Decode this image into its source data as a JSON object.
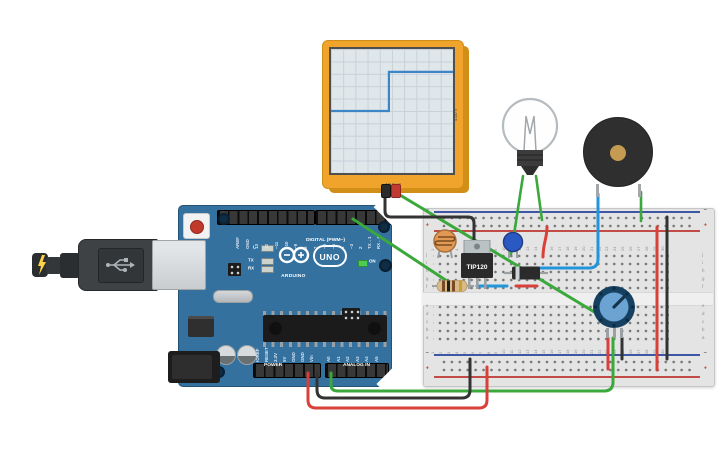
{
  "oscilloscope": {
    "time_per_div_label": "10.2 μs",
    "volts_label": "4.00 V",
    "wave": {
      "type": "square",
      "low_frac": 0.5,
      "high_frac": 0.185,
      "step_frac": 0.475
    },
    "colors": {
      "body": "#f0a42c",
      "screen": "#e0e7eb",
      "trace": "#3d85c6"
    }
  },
  "arduino": {
    "brand": "ARDUINO",
    "model": "UNO",
    "digital_section_label": "DIGITAL (PWM~)",
    "digital_pins_left": [
      "AREF",
      "GND",
      "13",
      "12",
      "~11",
      "~10",
      "~9",
      "8"
    ],
    "digital_pins_right": [
      "7",
      "~6",
      "~5",
      "4",
      "~3",
      "2",
      "TX→1",
      "RX←0"
    ],
    "leds": {
      "l": "L",
      "tx": "TX",
      "rx": "RX",
      "on": "ON"
    },
    "power_section_label": "POWER",
    "power_pins": [
      "IOREF",
      "RESET",
      "3.3V",
      "5V",
      "GND",
      "GND",
      "Vin"
    ],
    "analog_section_label": "ANALOG IN",
    "analog_pins": [
      "A0",
      "A1",
      "A2",
      "A3",
      "A4",
      "A5"
    ],
    "colors": {
      "board": "#34719f"
    }
  },
  "breadboard": {
    "column_numbers": [
      1,
      2,
      3,
      4,
      5,
      6,
      7,
      8,
      9,
      10,
      11,
      12,
      13,
      14,
      15,
      16,
      17,
      18,
      19,
      20,
      21,
      22,
      23,
      24,
      25,
      26,
      27,
      28,
      29,
      30
    ],
    "row_letters_top": [
      "j",
      "i",
      "h",
      "g",
      "f"
    ],
    "row_letters_bottom": [
      "e",
      "d",
      "c",
      "b",
      "a"
    ],
    "rail_minus": "−",
    "rail_plus": "+"
  },
  "components": {
    "transistor_label": "TIP120"
  },
  "wire_colors": {
    "green": "#3aa83a",
    "red": "#d9403a",
    "black": "#333333",
    "blue": "#2196dd"
  }
}
